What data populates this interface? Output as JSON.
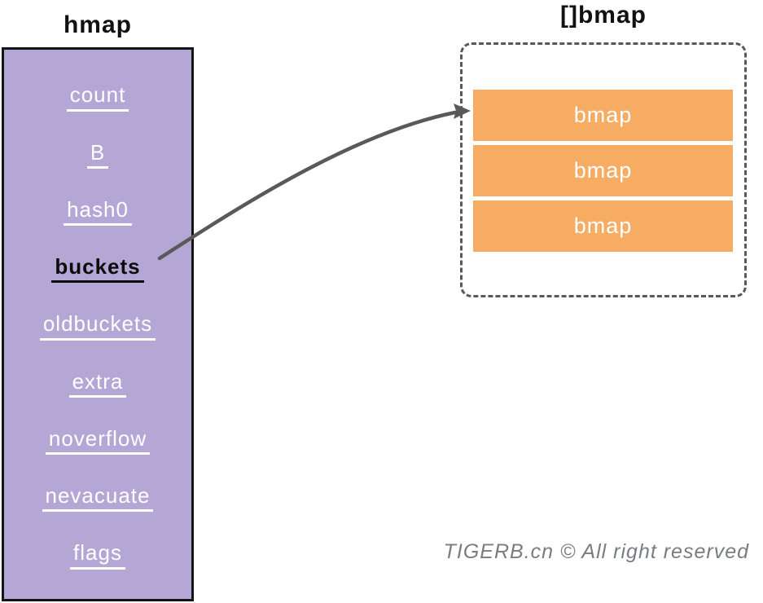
{
  "left_panel": {
    "title": "hmap",
    "fields": [
      {
        "label": "count"
      },
      {
        "label": "B"
      },
      {
        "label": "hash0"
      },
      {
        "label": "buckets"
      },
      {
        "label": "oldbuckets"
      },
      {
        "label": "extra"
      },
      {
        "label": "noverflow"
      },
      {
        "label": "nevacuate"
      },
      {
        "label": "flags"
      }
    ]
  },
  "right_panel": {
    "title": "[]bmap",
    "items": [
      {
        "label": "bmap"
      },
      {
        "label": "bmap"
      },
      {
        "label": "bmap"
      }
    ]
  },
  "watermark": "TIGERB.cn © All right reserved",
  "colors": {
    "struct_fill": "#b4a7d6",
    "struct_border": "#141414",
    "bucket_fill": "#f6ad63",
    "dashed_border": "#595959",
    "arrow": "#595959",
    "field_text": "#ffffff",
    "emphasis_text": "#0c0c0c",
    "watermark_text": "#797c81"
  }
}
